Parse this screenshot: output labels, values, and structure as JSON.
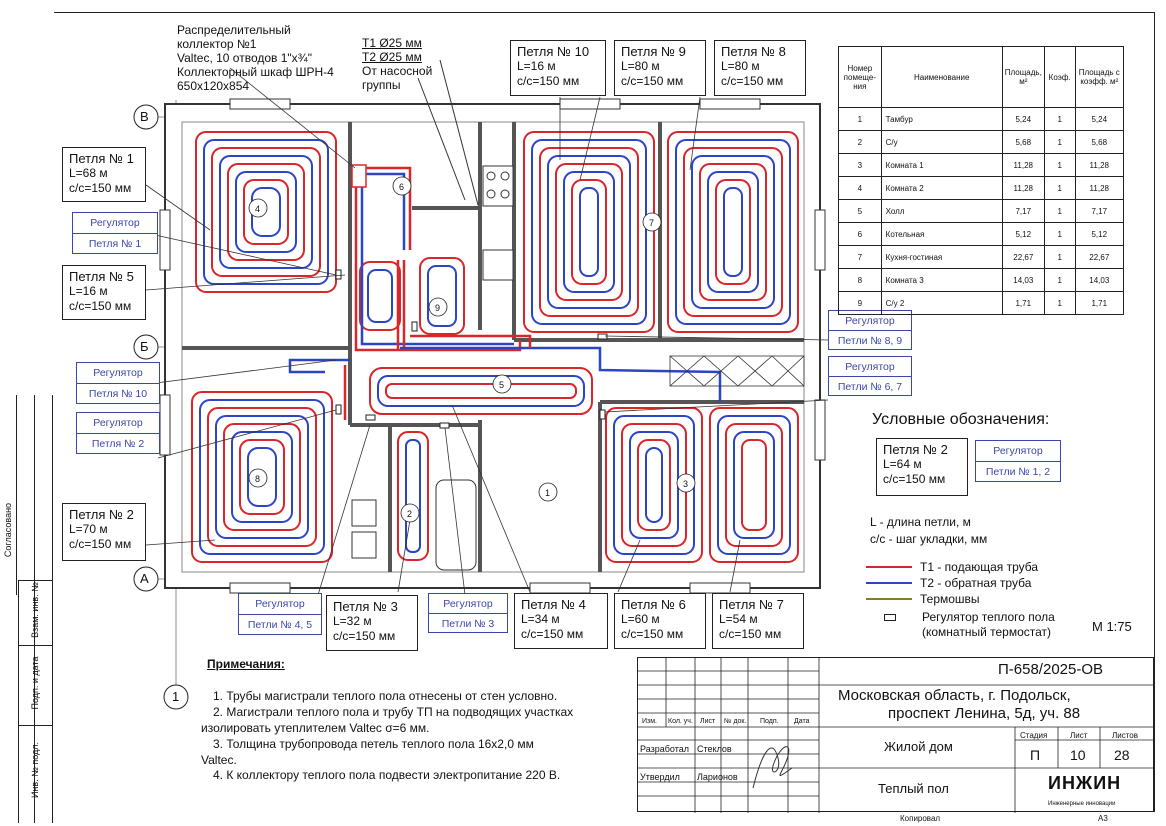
{
  "collector": {
    "line1": "Распределительный",
    "line2": "коллектор №1",
    "line3": "Valtec, 10 отводов 1\"x¾\"",
    "line4": "Коллекторный шкаф ШРН-4",
    "line5": "650x120x854"
  },
  "pipes_top": {
    "t1": "T1 Ø25 мм",
    "t2": "T2 Ø25 мм",
    "l3": "От насосной",
    "l4": "группы"
  },
  "loops": [
    {
      "name": "Петля № 1",
      "len": "L=68 м",
      "step": "c/c=150 мм"
    },
    {
      "name": "Петля № 5",
      "len": "L=16 м",
      "step": "c/c=150 мм"
    },
    {
      "name": "Петля № 2",
      "len": "L=70 м",
      "step": "c/c=150 мм"
    },
    {
      "name": "Петля № 10",
      "len": "L=16 м",
      "step": "c/c=150 мм"
    },
    {
      "name": "Петля № 9",
      "len": "L=80 м",
      "step": "c/c=150 мм"
    },
    {
      "name": "Петля № 8",
      "len": "L=80 м",
      "step": "c/c=150 мм"
    },
    {
      "name": "Петля № 3",
      "len": "L=32 м",
      "step": "c/c=150 мм"
    },
    {
      "name": "Петля № 4",
      "len": "L=34 м",
      "step": "c/c=150 мм"
    },
    {
      "name": "Петля № 6",
      "len": "L=60 м",
      "step": "c/c=150 мм"
    },
    {
      "name": "Петля № 7",
      "len": "L=54 м",
      "step": "c/c=150 мм"
    }
  ],
  "regulators": [
    {
      "title": "Регулятор",
      "target": "Петля № 1"
    },
    {
      "title": "Регулятор",
      "target": "Петля № 10"
    },
    {
      "title": "Регулятор",
      "target": "Петля № 2"
    },
    {
      "title": "Регулятор",
      "target": "Петли № 4, 5"
    },
    {
      "title": "Регулятор",
      "target": "Петли № 3"
    },
    {
      "title": "Регулятор",
      "target": "Петли № 8, 9"
    },
    {
      "title": "Регулятор",
      "target": "Петли № 6, 7"
    }
  ],
  "axes": {
    "b": "В",
    "b2": "Б",
    "a": "А",
    "one_bottom": "1"
  },
  "room_numbers": [
    "1",
    "2",
    "3",
    "4",
    "5",
    "6",
    "7",
    "8",
    "9"
  ],
  "room_table": {
    "headers": [
      "Номер помеще-ния",
      "Наименование",
      "Площадь, м²",
      "Коэф.",
      "Площадь с коэфф. м²"
    ],
    "rows": [
      [
        "1",
        "Тамбур",
        "5,24",
        "1",
        "5,24"
      ],
      [
        "2",
        "С/у",
        "5,68",
        "1",
        "5,68"
      ],
      [
        "3",
        "Комната 1",
        "11,28",
        "1",
        "11,28"
      ],
      [
        "4",
        "Комната 2",
        "11,28",
        "1",
        "11,28"
      ],
      [
        "5",
        "Холл",
        "7,17",
        "1",
        "7,17"
      ],
      [
        "6",
        "Котельная",
        "5,12",
        "1",
        "5,12"
      ],
      [
        "7",
        "Кухня-гостиная",
        "22,67",
        "1",
        "22,67"
      ],
      [
        "8",
        "Комната 3",
        "14,03",
        "1",
        "14,03"
      ],
      [
        "9",
        "С/у 2",
        "1,71",
        "1",
        "1,71"
      ]
    ]
  },
  "legend": {
    "title": "Условные обозначения:",
    "loop": {
      "name": "Петля № 2",
      "len": "L=64 м",
      "step": "c/c=150 мм"
    },
    "reg": {
      "title": "Регулятор",
      "target": "Петли № 1, 2"
    },
    "l_desc": "L - длина петли, м",
    "cc_desc": "c/c - шаг укладки, мм",
    "t1": "T1 - подающая труба",
    "t2": "T2 - обратная труба",
    "joint": "Термошвы",
    "reg_line1": "Регулятор теплого пола",
    "reg_line2": "(комнатный термостат)",
    "scale": "М 1:75",
    "colors": {
      "supply": "#d8262b",
      "return": "#2b45c4",
      "joint": "#8a7a2a"
    }
  },
  "notes": {
    "title": "Примечания:",
    "n1": "1.    Трубы магистрали теплого пола отнесены от стен условно.",
    "n2a": "2.    Магистрали теплого пола и трубу ТП на подводящих участках",
    "n2b": "изолировать утеплителем Valtec σ=6 мм.",
    "n3a": "3.    Толщина трубопровода петель теплого пола 16x2,0 мм",
    "n3b": "Valtec.",
    "n4": "4.    К коллектору теплого пола подвести электропитание 220 В."
  },
  "stamp": {
    "code": "П-658/2025-ОВ",
    "addr1": "Московская область, г. Подольск,",
    "addr2": "проспект Ленина, 5д, уч. 88",
    "cols": [
      "Изм.",
      "Кол. уч.",
      "Лист",
      "№ док.",
      "Подп.",
      "Дата"
    ],
    "dev_label": "Разработал",
    "dev_name": "Стеклов",
    "app_label": "Утвердил",
    "app_name": "Ларионов",
    "object": "Жилой дом",
    "sheet_title": "Теплый пол",
    "stage_h": "Стадия",
    "sheet_h": "Лист",
    "sheets_h": "Листов",
    "stage": "П",
    "sheet": "10",
    "sheets": "28",
    "logo": "ИНЖИН",
    "logo_sub": "Инженерные инновации",
    "copied": "Копировал",
    "format": "А3"
  },
  "side_stamp": [
    "Согласовано",
    "Взам. инв. №",
    "Подп. и дата",
    "Инв. № подл."
  ]
}
